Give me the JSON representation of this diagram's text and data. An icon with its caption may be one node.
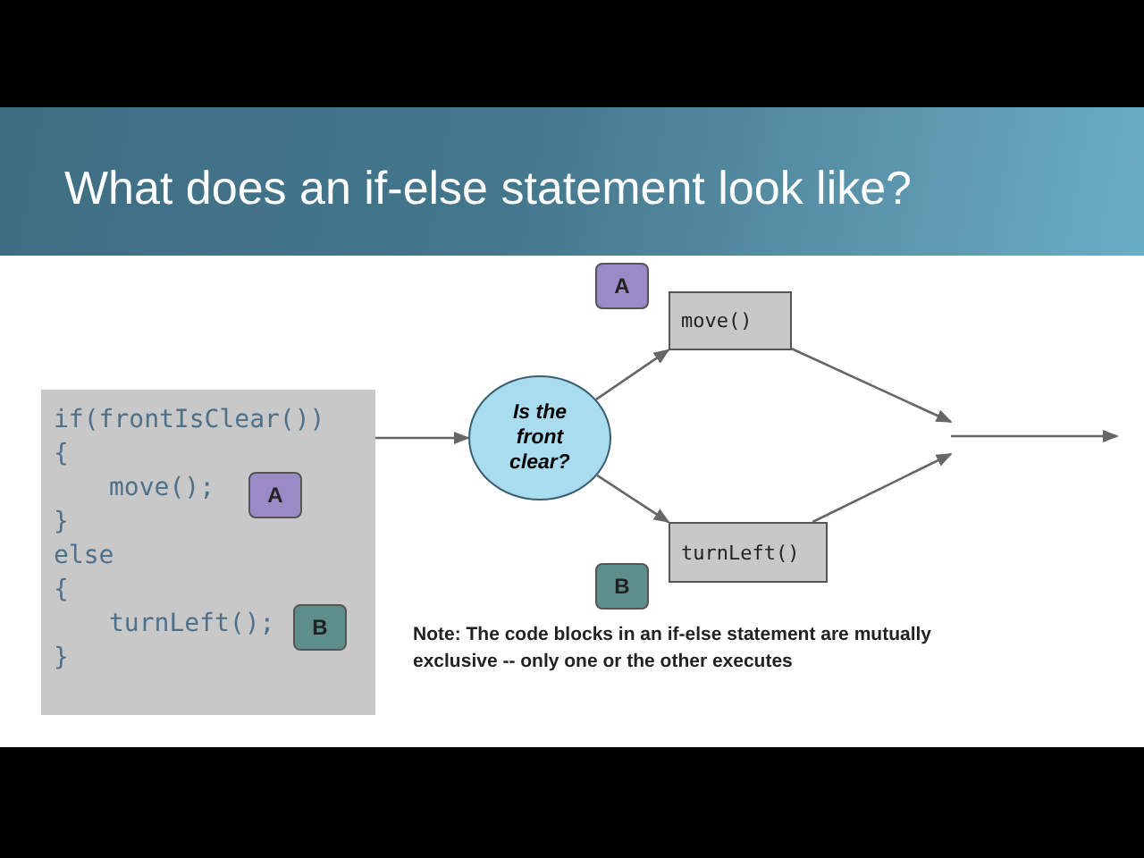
{
  "diagram": {
    "title": "What does an if-else statement look like?",
    "nodes": [
      {
        "text": [
          "if(frontIsClear())",
          "{",
          "move();",
          "}",
          "else",
          "{",
          "turnLeft();",
          "}"
        ]
      },
      {
        "text": [
          "A"
        ],
        "in": 0
      },
      {
        "text": [
          "B"
        ],
        "in": 0
      },
      {
        "text": [
          "Is the front clear?"
        ]
      },
      {
        "text": [
          "A"
        ]
      },
      {
        "text": [
          "move()"
        ]
      },
      {
        "text": [
          "turnLeft()"
        ]
      },
      {
        "text": [
          "B"
        ]
      }
    ],
    "edges": [
      {
        "from": 0,
        "to": 3,
        "arrow": "to"
      },
      {
        "from": 3,
        "to": 5,
        "arrow": "to"
      },
      {
        "from": 3,
        "to": 6,
        "arrow": "to"
      },
      {
        "from": 5,
        "to": null,
        "arrow": "to"
      },
      {
        "from": 6,
        "to": null,
        "arrow": "to"
      }
    ],
    "labels": [
      "Note: The code blocks in an if-else statement are mutually exclusive -- only one or the other executes"
    ]
  }
}
